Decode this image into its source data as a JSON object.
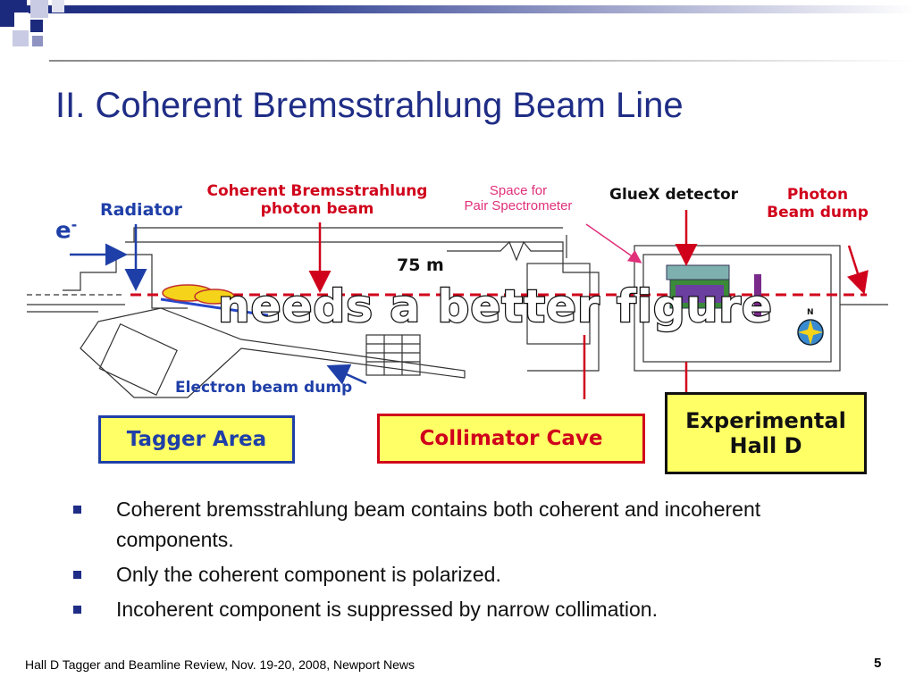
{
  "colors": {
    "title": "#1f2d86",
    "bullet": "#1f2d86",
    "label_red": "#d0021b",
    "label_blue": "#1f3fa8",
    "label_magenta": "#e0307a",
    "box_fill_yellow": "#ffff66"
  },
  "slide": {
    "title": "II. Coherent Bremsstrahlung Beam Line"
  },
  "figure": {
    "electron_label": "e",
    "electron_sup": "-",
    "radiator": "Radiator",
    "cb_beam_line1": "Coherent Bremsstrahlung",
    "cb_beam_line2": "photon beam",
    "pair_spec_line1": "Space for",
    "pair_spec_line2": "Pair Spectrometer",
    "gluex": "GlueX detector",
    "photon_dump_line1": "Photon",
    "photon_dump_line2": "Beam dump",
    "distance": "75 m",
    "electron_dump": "Electron beam dump",
    "compass_n": "N",
    "tagger_area": "Tagger Area",
    "collimator_cave": "Collimator Cave",
    "hall_d_line1": "Experimental",
    "hall_d_line2": "Hall D",
    "overlay": "needs a better figure"
  },
  "bullets": [
    {
      "text": "Coherent bremsstrahlung beam contains both coherent and incoherent components."
    },
    {
      "text": "Only the coherent component is polarized."
    },
    {
      "text": "Incoherent component is suppressed by narrow collimation."
    }
  ],
  "footer": {
    "text": "Hall D Tagger and Beamline Review, Nov. 19-20, 2008, Newport News",
    "page": "5"
  }
}
